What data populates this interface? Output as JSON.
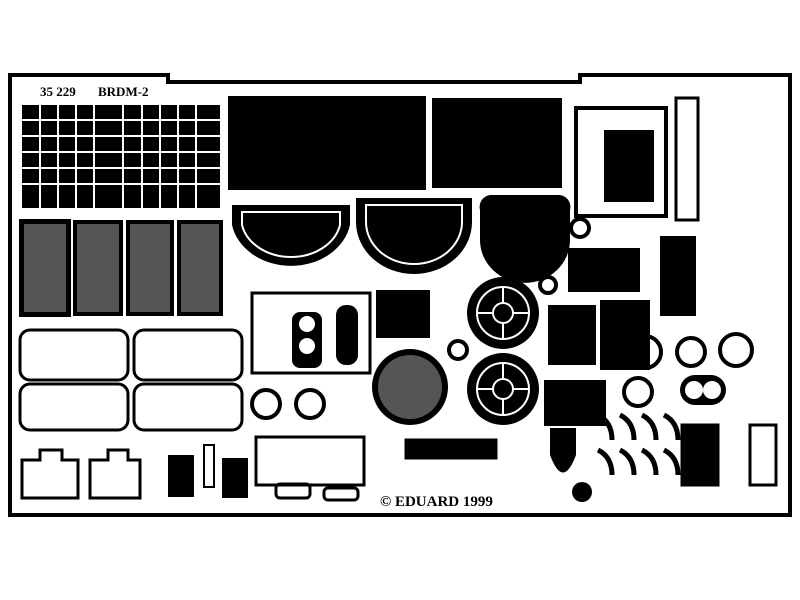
{
  "fret": {
    "code": "35 229",
    "model": "BRDM-2",
    "copyright": "© EDUARD 1999"
  },
  "colors": {
    "background": "#ffffff",
    "metal": "#000000",
    "etch": "#ffffff"
  }
}
